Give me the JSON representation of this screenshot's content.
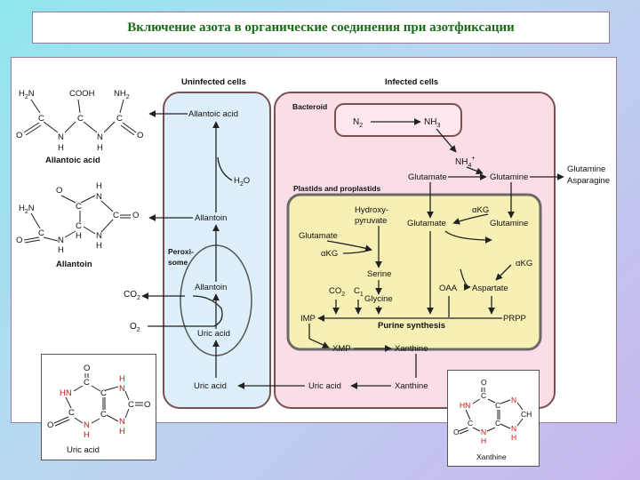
{
  "title": "Включение азота в органические соединения при азотфиксации",
  "diagram": {
    "uninfected_cells": "Uninfected cells",
    "infected_cells": "Infected cells",
    "bacteroid": "Bacteroid",
    "n2": "N",
    "n2_sub": "2",
    "nh3": "NH",
    "nh3_sub": "3",
    "nh4": "NH",
    "nh4_sub": "4",
    "nh4_sup": "+",
    "glutamate": "Glutamate",
    "glutamine": "Glutamine",
    "glutamine_out": "Glutamine",
    "asparagine_out": "Asparagine",
    "plastids": "Plastids and proplastids",
    "hydroxy_1": "Hydroxy-",
    "hydroxy_2": "pyruvate",
    "akg_1": "αKG",
    "glutamate_p": "Glutamate",
    "glutamine_p": "Glutamine",
    "glutamate_left": "Glutamate",
    "akg_left": "αKG",
    "serine": "Serine",
    "akg_right": "αKG",
    "co2": "CO",
    "co2_sub": "2",
    "c1": "C",
    "c1_sub": "1",
    "glycine": "Glycine",
    "oaa": "OAA",
    "aspartate": "Aspartate",
    "imp": "IMP",
    "purine_synthesis": "Purine synthesis",
    "prpp": "PRPP",
    "xmp": "XMP",
    "xanthine": "Xanthine",
    "allantoic_acid": "Allantoic acid",
    "h2o": "H",
    "h2o_sub": "2",
    "h2o_tail": "O",
    "allantoin": "Allantoin",
    "peroxi_1": "Peroxi-",
    "peroxi_2": "some",
    "allantoin_px": "Allantoin",
    "uric_acid_px": "Uric acid",
    "co2_left": "CO",
    "co2_left_sub": "2",
    "o2_left": "O",
    "o2_left_sub": "2",
    "uric_acid_bottom": "Uric acid",
    "uric_acid_infected": "Uric acid",
    "xanthine_bottom": "Xanthine"
  },
  "structures": {
    "allantoic_acid": {
      "h2n": "H",
      "h2n_sub": "2",
      "h2n_n": "N",
      "cooh": "COOH",
      "nh2": "NH",
      "nh2_sub": "2",
      "c": "C",
      "n": "N",
      "h": "H",
      "o": "O",
      "label": "Allantoic acid"
    },
    "allantoin": {
      "h2n": "H",
      "h2n_sub": "2",
      "h2n_n": "N",
      "c": "C",
      "n": "N",
      "h": "H",
      "o": "O",
      "label": "Allantoin"
    },
    "uric_acid": {
      "o": "O",
      "c": "C",
      "hn": "HN",
      "n": "N",
      "h": "H",
      "label": "Uric acid"
    },
    "xanthine": {
      "o": "O",
      "c": "C",
      "hn": "HN",
      "n": "N",
      "h": "H",
      "ch": "CH",
      "label": "Xanthine"
    }
  },
  "colors": {
    "title_text": "#1a6b1a",
    "uninfected_fill": "#ddeffa",
    "infected_fill": "#fbdde6",
    "plastid_fill": "#f7f0b4",
    "bacteroid_fill": "#fde6ee",
    "red_atom": "#cc1111",
    "line": "#222222"
  }
}
